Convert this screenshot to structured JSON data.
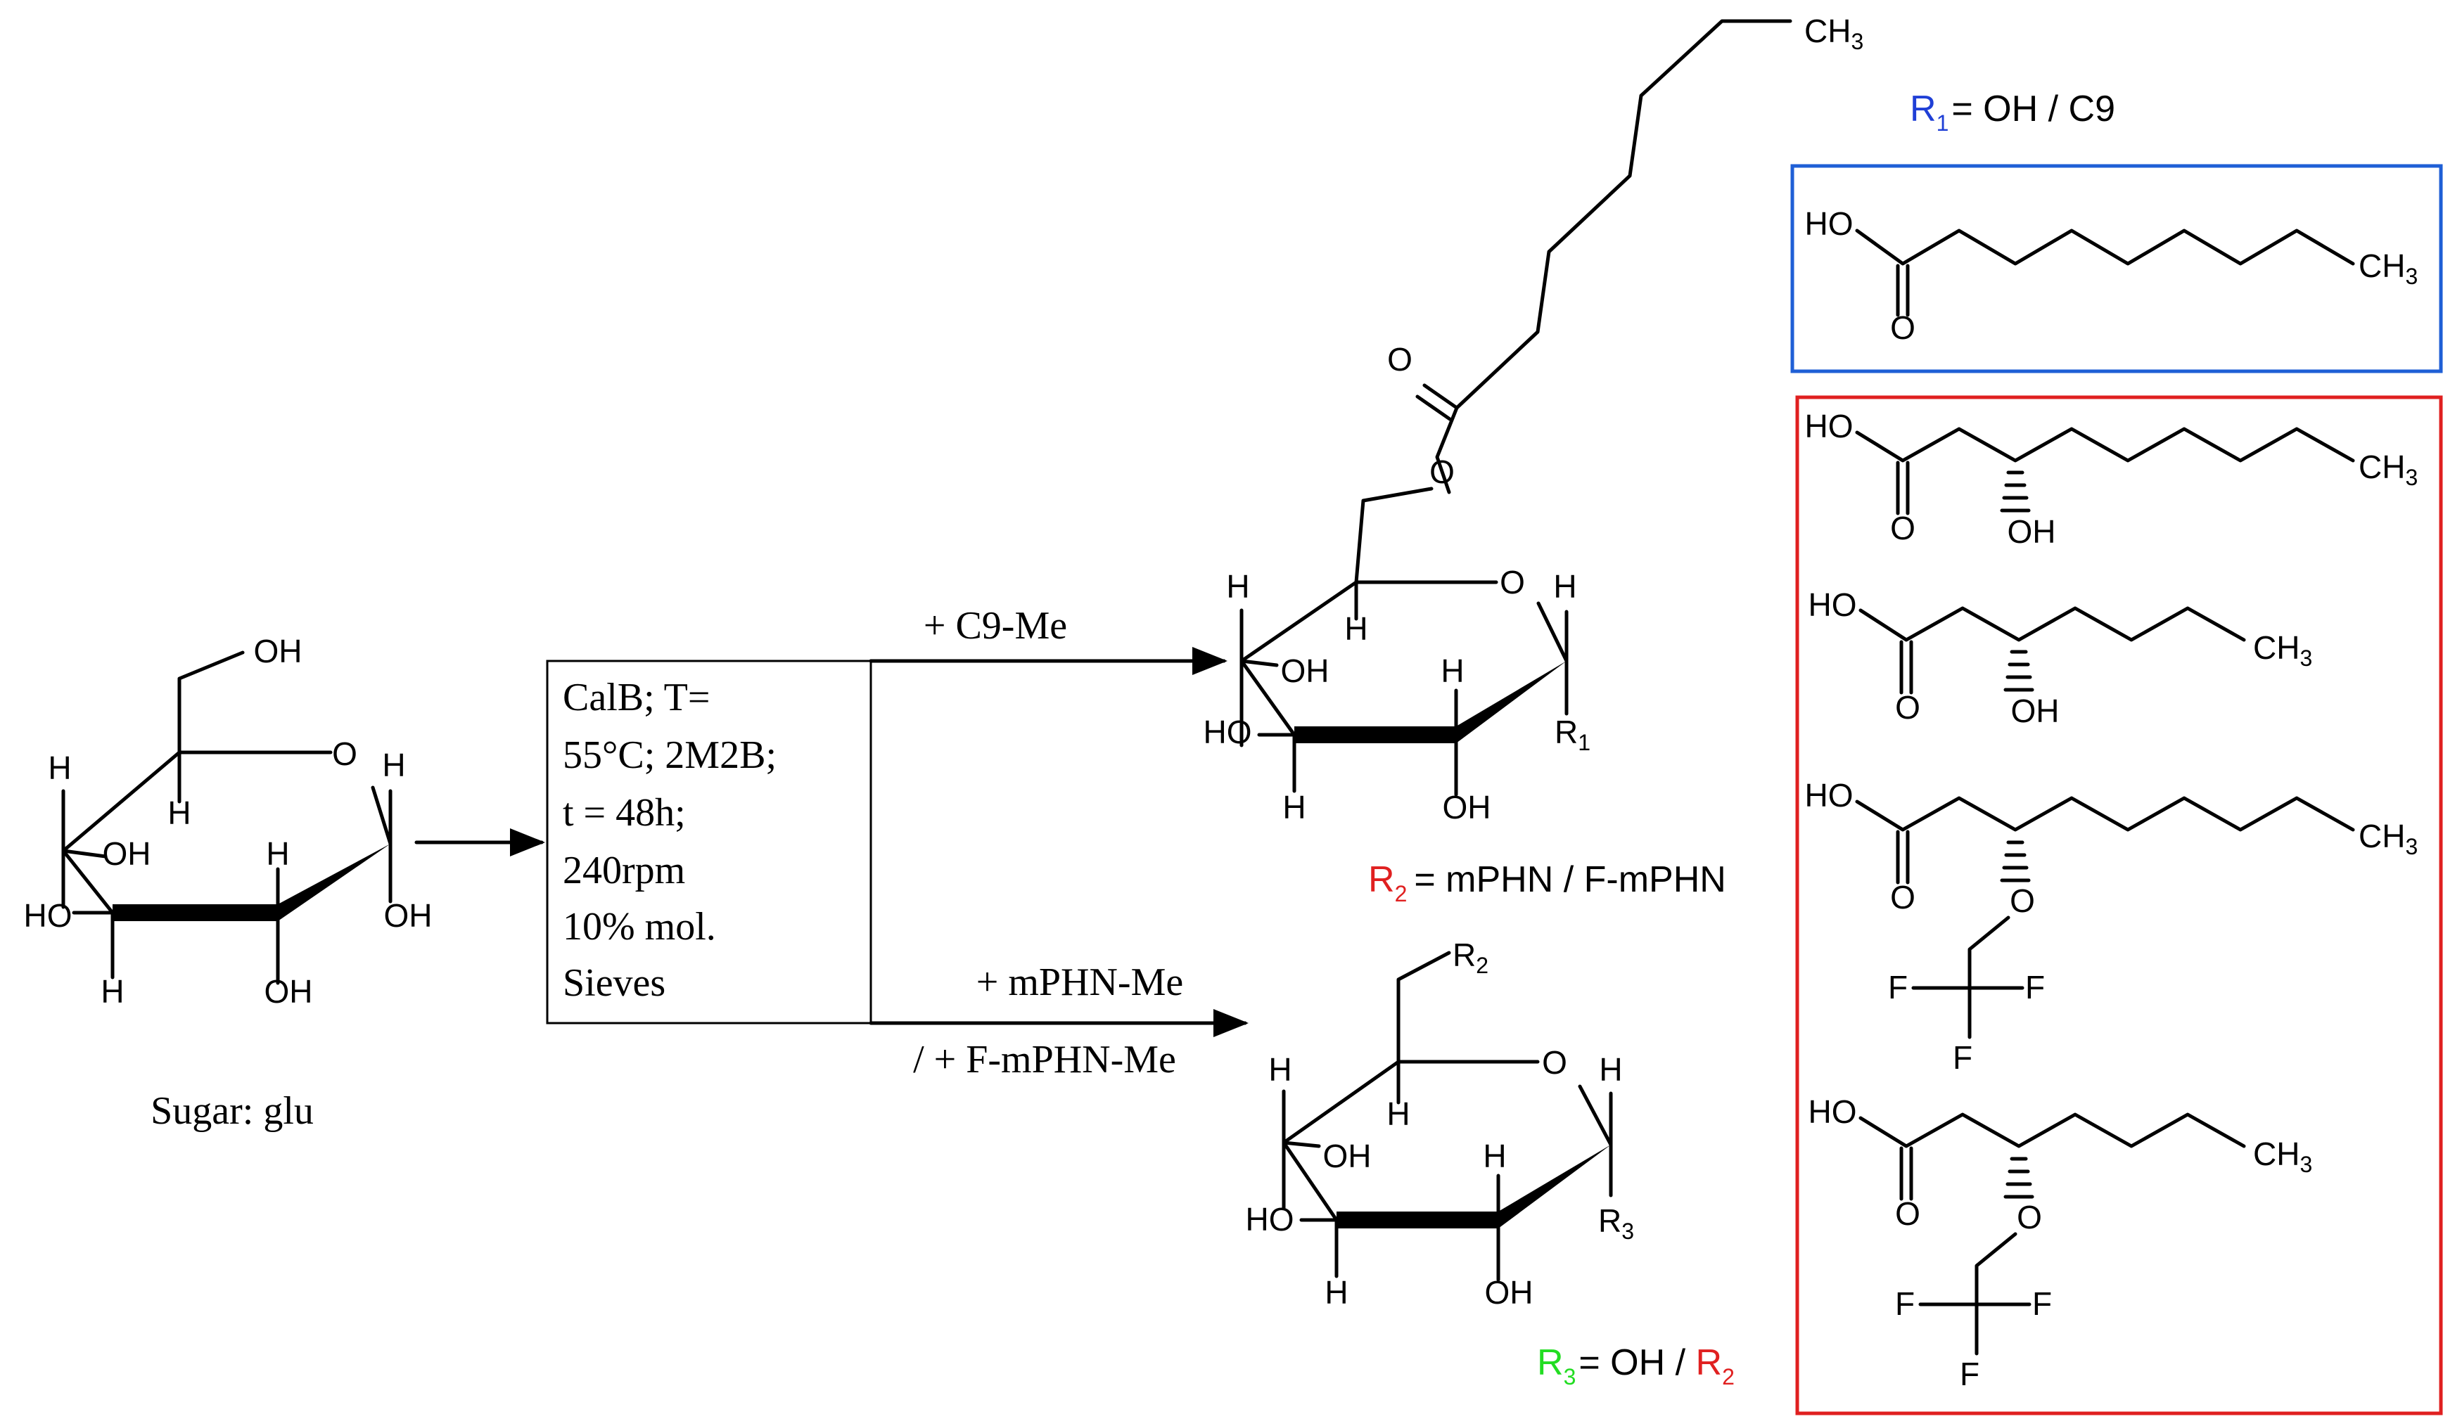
{
  "colors": {
    "blue": "#1f3fd6",
    "red": "#e02020",
    "green": "#22dd22",
    "black": "#000000"
  },
  "atoms": {
    "OH": "OH",
    "O": "O",
    "H": "H",
    "HO": "HO",
    "F": "F",
    "CH": "CH",
    "three": "3"
  },
  "sugar_label": "Sugar: glu",
  "conditions": {
    "lines": [
      "CalB; T=",
      "55°C; 2M2B;",
      "t = 48h;",
      "240rpm",
      "10% mol.",
      "Sieves"
    ]
  },
  "arrows": {
    "top_reagent": "+ C9-Me",
    "bottom_reagent_1": "+ mPHN-Me",
    "bottom_reagent_2": "/ + F-mPHN-Me"
  },
  "substituents": {
    "R1": {
      "letter": "R",
      "index": "1",
      "definition": "= OH / C9"
    },
    "R2": {
      "letter": "R",
      "index": "2",
      "definition": "= mPHN / F-mPHN"
    },
    "R3": {
      "letter": "R",
      "index": "3",
      "definition_1": "= OH / ",
      "definition_2_letter": "R",
      "definition_2_index": "2"
    }
  }
}
